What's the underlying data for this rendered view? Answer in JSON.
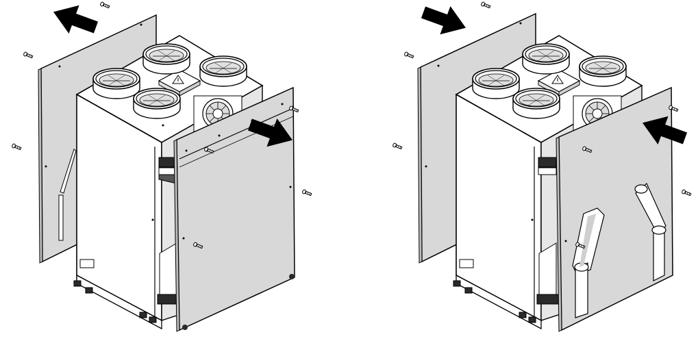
{
  "figures": [
    {
      "name": "panel-removal",
      "arrows": [
        "outward",
        "outward"
      ]
    },
    {
      "name": "panel-installation",
      "arrows": [
        "inward",
        "inward"
      ]
    }
  ],
  "colors": {
    "line": "#000000",
    "panel_fill": "#d8d8d8",
    "body_fill": "#ffffff",
    "inner_fill": "#e6e6e6",
    "dark_fill": "#2a2a2a"
  },
  "icons": [
    "screw-icon",
    "arrow-icon",
    "duct-collar-icon",
    "fan-icon",
    "handle-icon",
    "control-box-icon",
    "label-icon",
    "foot-icon"
  ]
}
